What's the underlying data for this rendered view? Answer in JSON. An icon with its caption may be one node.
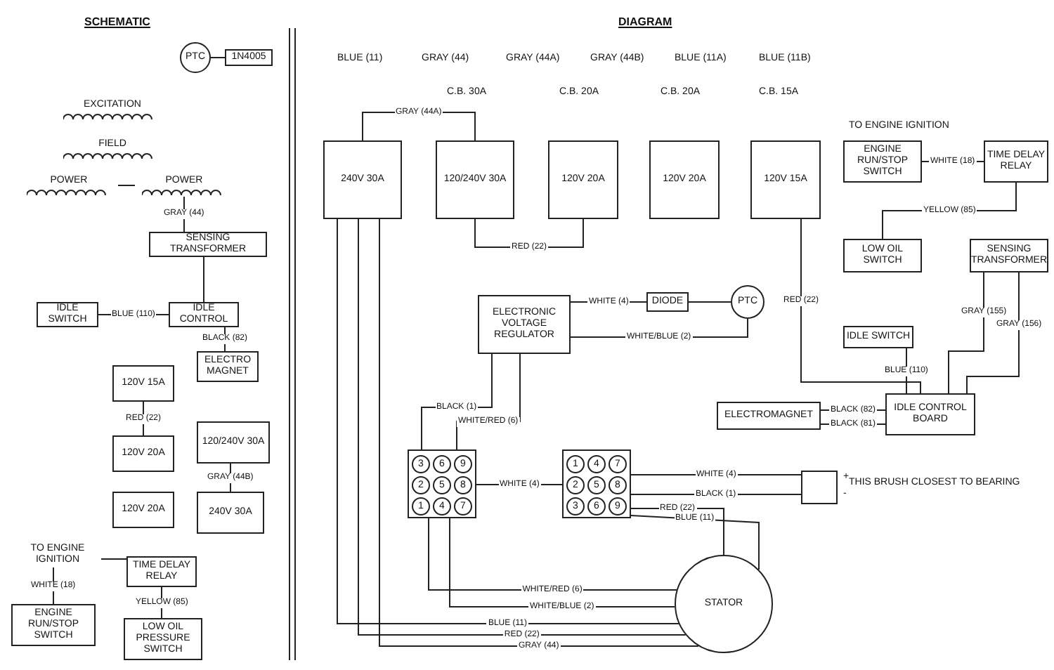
{
  "diagram": {
    "nodes": [
      {
        "text": [
          "EXCITATION"
        ]
      },
      {
        "text": [
          "FIELD"
        ]
      },
      {
        "text": [
          "POWER"
        ]
      },
      {
        "text": [
          "POWER"
        ]
      },
      {
        "text": [
          "PTC"
        ]
      },
      {
        "text": [
          "1N4005"
        ]
      },
      {
        "text": [
          "SENSING TRANSFORMER"
        ]
      },
      {
        "text": [
          "IDLE SWITCH"
        ]
      },
      {
        "text": [
          "IDLE CONTROL"
        ]
      },
      {
        "text": [
          "ELECTRO MAGNET"
        ]
      },
      {
        "text": [
          "120V 15A"
        ]
      },
      {
        "text": [
          "120V 20A"
        ]
      },
      {
        "text": [
          "120V 20A"
        ]
      },
      {
        "text": [
          "120/240V 30A"
        ]
      },
      {
        "text": [
          "240V 30A"
        ]
      },
      {
        "text": [
          "TO ENGINE IGNITION"
        ]
      },
      {
        "text": [
          "TIME DELAY RELAY"
        ]
      },
      {
        "text": [
          "ENGINE RUN/STOP SWITCH"
        ]
      },
      {
        "text": [
          "LOW OIL PRESSURE SWITCH"
        ]
      },
      {
        "text": [
          "240V 30A"
        ]
      },
      {
        "text": [
          "120/240V 30A"
        ]
      },
      {
        "text": [
          "120V 20A"
        ]
      },
      {
        "text": [
          "120V 20A"
        ]
      },
      {
        "text": [
          "120V 15A"
        ]
      },
      {
        "text": [
          "ENGINE RUN/STOP SWITCH"
        ]
      },
      {
        "text": [
          "TIME DELAY RELAY"
        ]
      },
      {
        "text": [
          "SENSING TRANSFORMER"
        ]
      },
      {
        "text": [
          "LOW OIL SWITCH"
        ]
      },
      {
        "text": [
          "IDLE SWITCH"
        ]
      },
      {
        "text": [
          "ELECTROMAGNET"
        ]
      },
      {
        "text": [
          "IDLE CONTROL BOARD"
        ]
      },
      {
        "text": [
          "ELECTRONIC VOLTAGE REGULATOR"
        ]
      },
      {
        "text": [
          "DIODE"
        ]
      },
      {
        "text": [
          "PTC"
        ]
      },
      {
        "text": [],
        "shape": "box",
        "beside": [
          "+",
          "-"
        ]
      },
      {
        "text": [
          "3",
          "6",
          "9",
          "2",
          "5",
          "8",
          "1",
          "4",
          "7"
        ]
      },
      {
        "text": [
          "1",
          "4",
          "7",
          "2",
          "5",
          "8",
          "3",
          "6",
          "9"
        ]
      },
      {
        "text": [
          "STATOR"
        ]
      }
    ],
    "edges": [
      {
        "from": 4,
        "to": 5,
        "arrow": "none"
      },
      {
        "from": 15,
        "to": 17,
        "arrow": "none",
        "label": "WHITE (18)"
      },
      {
        "from": 15,
        "to": 16,
        "arrow": "none"
      },
      {
        "from": 16,
        "to": 18,
        "arrow": "none",
        "label": "YELLOW (85)"
      },
      {
        "from": 2,
        "to": 3,
        "arrow": "none"
      },
      {
        "from": 3,
        "to": 6,
        "arrow": "none",
        "label": "GRAY (44)"
      },
      {
        "from": 6,
        "to": 8,
        "arrow": "none"
      },
      {
        "from": 7,
        "to": 8,
        "arrow": "none",
        "label": "BLUE (110)"
      },
      {
        "from": 9,
        "to": 8,
        "arrow": "none",
        "label": "BLACK (82)"
      },
      {
        "from": 10,
        "to": 11,
        "arrow": "none",
        "label": "RED (22)"
      },
      {
        "from": 13,
        "to": 14,
        "arrow": "none",
        "label": "GRAY (44B)"
      },
      {
        "from": 31,
        "to": 32,
        "arrow": "none",
        "label": "WHITE (4)"
      },
      {
        "from": 32,
        "to": 33,
        "arrow": "none"
      },
      {
        "from": 31,
        "to": 33,
        "arrow": "none",
        "label": "WHITE/BLUE (2)"
      },
      {
        "from": 31,
        "to": 35,
        "arrow": "none",
        "label": "BLACK (1)"
      },
      {
        "from": 31,
        "to": 35,
        "arrow": "none",
        "label": "WHITE/RED (6)"
      },
      {
        "from": 35,
        "to": 36,
        "arrow": "none",
        "label": "WHITE (4)"
      },
      {
        "from": 36,
        "to": 34,
        "arrow": "none",
        "label": "WHITE (4)"
      },
      {
        "from": 36,
        "to": 34,
        "arrow": "none",
        "label": "BLACK (1)"
      },
      {
        "from": 36,
        "to": 37,
        "arrow": "none",
        "label": "RED (22)"
      },
      {
        "from": 36,
        "to": 37,
        "arrow": "none",
        "label": "BLUE (11)"
      },
      {
        "from": 35,
        "to": 37,
        "arrow": "none",
        "label": "WHITE/RED (6)"
      },
      {
        "from": 35,
        "to": 37,
        "arrow": "none",
        "label": "WHITE/BLUE (2)"
      },
      {
        "from": 37,
        "to": 19,
        "arrow": "none",
        "label": "BLUE (11)"
      },
      {
        "from": 37,
        "to": 19,
        "arrow": "none",
        "label": "RED (22)"
      },
      {
        "from": 37,
        "to": 19,
        "arrow": "none",
        "label": "GRAY (44)"
      },
      {
        "from": 19,
        "to": 20,
        "arrow": "none",
        "label": "GRAY (44A)"
      },
      {
        "from": 20,
        "to": 21,
        "arrow": "none",
        "label": "RED (22)"
      },
      {
        "from": 23,
        "to": 30,
        "arrow": "none",
        "label": "RED (22)"
      },
      {
        "from": 24,
        "to": 25,
        "arrow": "none",
        "label": "WHITE (18)"
      },
      {
        "from": 25,
        "to": 27,
        "arrow": "none",
        "label": "YELLOW (85)"
      },
      {
        "from": 26,
        "to": 30,
        "arrow": "none",
        "label": "GRAY (155)"
      },
      {
        "from": 26,
        "to": 30,
        "arrow": "none",
        "label": "GRAY (156)"
      },
      {
        "from": 28,
        "to": 30,
        "arrow": "none",
        "label": "BLUE (110)"
      },
      {
        "from": 29,
        "to": 30,
        "arrow": "none",
        "label": "BLACK (82)"
      },
      {
        "from": 29,
        "to": 30,
        "arrow": "none",
        "label": "BLACK (81)"
      }
    ],
    "labels": [
      "SCHEMATIC",
      "DIAGRAM",
      "THIS BRUSH CLOSEST TO BEARING",
      "C.B. 30A",
      "C.B. 20A",
      "C.B. 20A",
      "C.B. 15A",
      "TO ENGINE IGNITION",
      "BLUE (11)",
      "GRAY (44)",
      "GRAY (44A)",
      "GRAY (44B)",
      "BLUE (11A)",
      "BLUE (11B)"
    ]
  }
}
